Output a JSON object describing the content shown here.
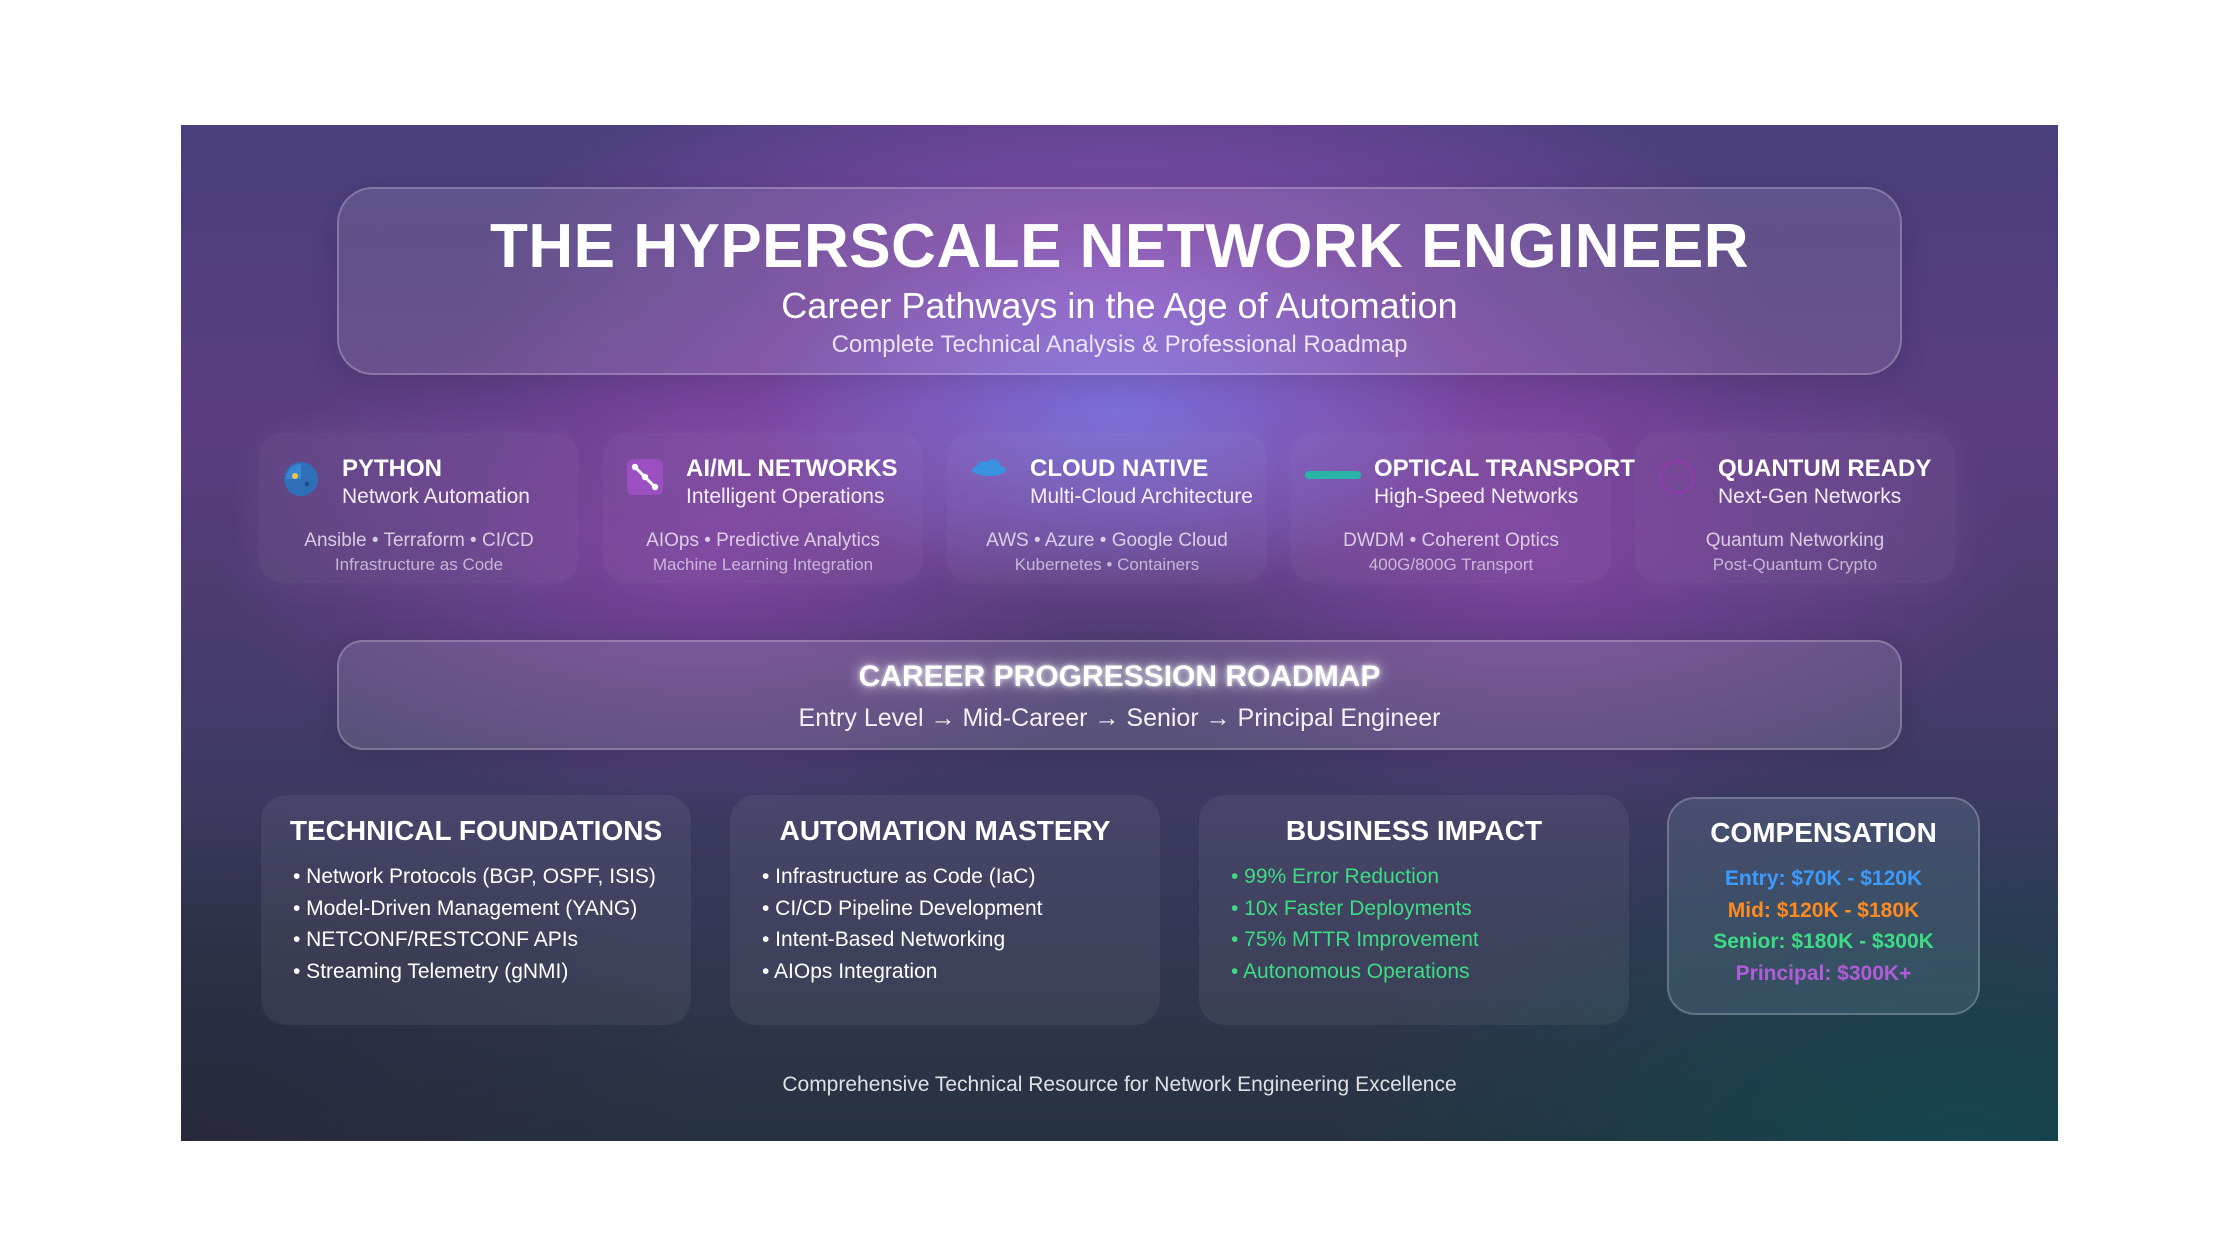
{
  "header": {
    "title": "THE HYPERSCALE NETWORK ENGINEER",
    "subtitle": "Career Pathways in the Age of Automation",
    "tagline": "Complete Technical Analysis & Professional Roadmap"
  },
  "technologies": [
    {
      "name": "PYTHON",
      "subtitle": "Network Automation",
      "line1": "Ansible • Terraform • CI/CD",
      "line2": "Infrastructure as Code",
      "icon": "python-icon"
    },
    {
      "name": "AI/ML NETWORKS",
      "subtitle": "Intelligent Operations",
      "line1": "AIOps • Predictive Analytics",
      "line2": "Machine Learning Integration",
      "icon": "network-nodes-icon"
    },
    {
      "name": "CLOUD NATIVE",
      "subtitle": "Multi-Cloud Architecture",
      "line1": "AWS • Azure • Google Cloud",
      "line2": "Kubernetes • Containers",
      "icon": "cloud-icon"
    },
    {
      "name": "OPTICAL TRANSPORT",
      "subtitle": "High-Speed Networks",
      "line1": "DWDM • Coherent Optics",
      "line2": "400G/800G Transport",
      "icon": "fiber-link-icon"
    },
    {
      "name": "QUANTUM READY",
      "subtitle": "Next-Gen Networks",
      "line1": "Quantum Networking",
      "line2": "Post-Quantum Crypto",
      "icon": "quantum-ring-icon"
    }
  ],
  "roadmap": {
    "title": "CAREER PROGRESSION ROADMAP",
    "path": "Entry Level → Mid-Career → Senior → Principal Engineer"
  },
  "sections": [
    {
      "title": "TECHNICAL FOUNDATIONS",
      "items": [
        "• Network Protocols (BGP, OSPF, ISIS)",
        "• Model-Driven Management (YANG)",
        "• NETCONF/RESTCONF APIs",
        "• Streaming Telemetry (gNMI)"
      ]
    },
    {
      "title": "AUTOMATION MASTERY",
      "items": [
        "• Infrastructure as Code (IaC)",
        "• CI/CD Pipeline Development",
        "• Intent-Based Networking",
        "• AIOps Integration"
      ]
    },
    {
      "title": "BUSINESS IMPACT",
      "items": [
        "• 99% Error Reduction",
        "• 10x Faster Deployments",
        "• 75% MTTR Improvement",
        "• Autonomous Operations"
      ]
    }
  ],
  "compensation": {
    "title": "COMPENSATION",
    "levels": [
      {
        "label": "Entry: $70K - $120K",
        "color": "#3b9bff"
      },
      {
        "label": "Mid: $120K - $180K",
        "color": "#ff8a1f"
      },
      {
        "label": "Senior: $180K - $300K",
        "color": "#3ddc84"
      },
      {
        "label": "Principal: $300K+",
        "color": "#b25cd9"
      }
    ]
  },
  "footer": "Comprehensive Technical Resource for Network Engineering Excellence",
  "colors": {
    "impact_green": "#3ddc84"
  }
}
